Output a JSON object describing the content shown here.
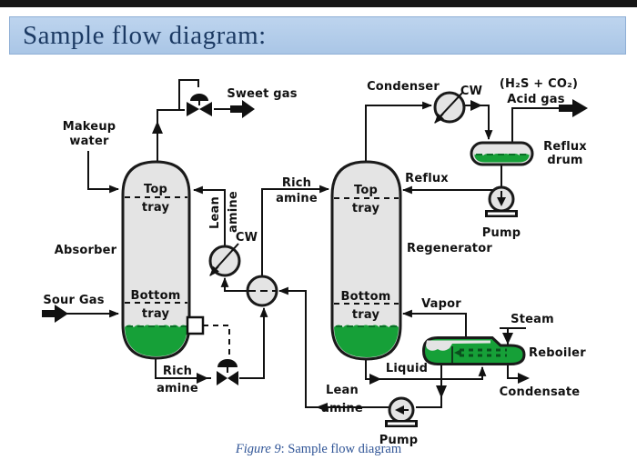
{
  "title_bar": {
    "title": "Sample flow diagram:"
  },
  "caption": {
    "figure": "Figure 9",
    "rest": ": Sample flow diagram"
  },
  "colors": {
    "liquid_green": "#16a038",
    "title_background": "#b4cdea",
    "title_text": "#1c3a63",
    "caption_blue": "#2f5496",
    "vessel_gray": "#e4e4e4",
    "line_black": "#111111"
  },
  "diagram": {
    "equipment": {
      "absorber": {
        "name": "Absorber",
        "top_tray": [
          "Top",
          "tray"
        ],
        "bottom_tray": [
          "Bottom",
          "tray"
        ]
      },
      "regenerator": {
        "name": "Regenerator",
        "top_tray": [
          "Top",
          "tray"
        ],
        "bottom_tray": [
          "Bottom",
          "tray"
        ]
      },
      "condenser": "Condenser",
      "reflux_drum": [
        "Reflux",
        "drum"
      ],
      "reboiler": "Reboiler",
      "reflux_pump": "Pump",
      "lean_pump": "Pump"
    },
    "streams": {
      "sweet_gas": "Sweet gas",
      "makeup_water": [
        "Makeup",
        "water"
      ],
      "sour_gas": "Sour Gas",
      "rich_amine_bottom": [
        "Rich",
        "amine"
      ],
      "lean_amine_vertical": [
        "Lean",
        "amine"
      ],
      "cw_cooler": "CW",
      "cw_condenser": "CW",
      "rich_amine_feed": [
        "Rich",
        "amine"
      ],
      "acid_gas_formula": "(H₂S + CO₂)",
      "acid_gas": "Acid gas",
      "reflux": "Reflux",
      "vapor": "Vapor",
      "steam": "Steam",
      "liquid": "Liquid",
      "condensate": "Condensate",
      "lean_amine_out": [
        "Lean",
        "amine"
      ]
    }
  }
}
